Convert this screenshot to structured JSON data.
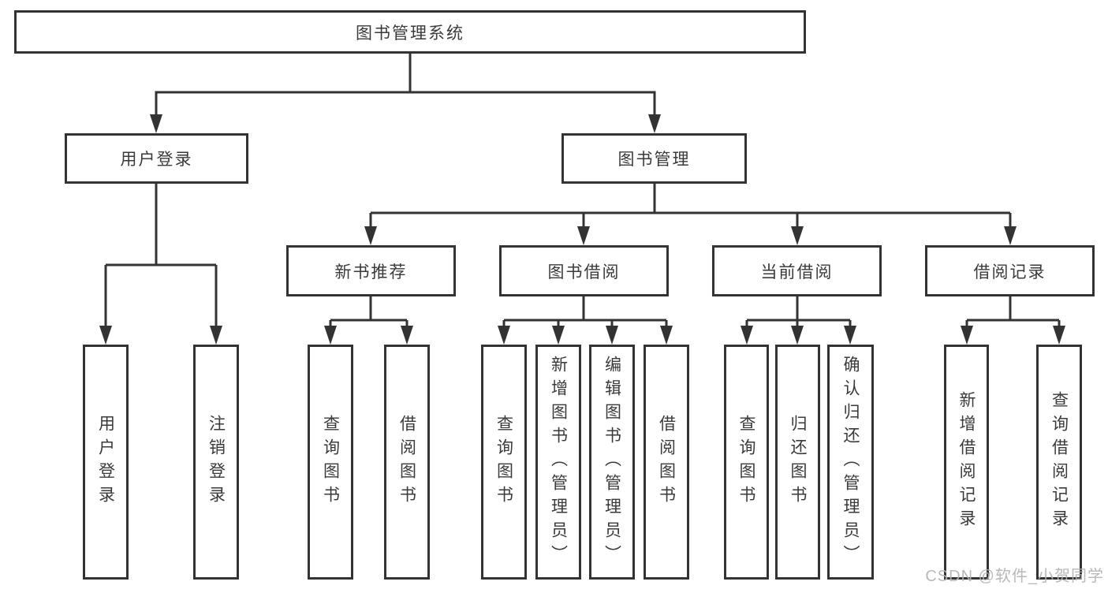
{
  "colors": {
    "line": "#333333",
    "text": "#3a3a3a",
    "watermark": "#b3b3b3",
    "bg": "#ffffff"
  },
  "tree": {
    "label": "图书管理系统",
    "children": [
      {
        "label": "用户登录",
        "children": [
          {
            "label": "用户登录"
          },
          {
            "label": "注销登录"
          }
        ]
      },
      {
        "label": "图书管理",
        "children": [
          {
            "label": "新书推荐",
            "children": [
              {
                "label": "查询图书"
              },
              {
                "label": "借阅图书"
              }
            ]
          },
          {
            "label": "图书借阅",
            "children": [
              {
                "label": "查询图书"
              },
              {
                "label": "新增图书（管理员）"
              },
              {
                "label": "编辑图书（管理员）"
              },
              {
                "label": "借阅图书"
              }
            ]
          },
          {
            "label": "当前借阅",
            "children": [
              {
                "label": "查询图书"
              },
              {
                "label": "归还图书"
              },
              {
                "label": "确认归还（管理员）"
              }
            ]
          },
          {
            "label": "借阅记录",
            "children": [
              {
                "label": "新增借阅记录"
              },
              {
                "label": "查询借阅记录"
              }
            ]
          }
        ]
      }
    ]
  },
  "watermark": "CSDN @软件_小贺同学"
}
